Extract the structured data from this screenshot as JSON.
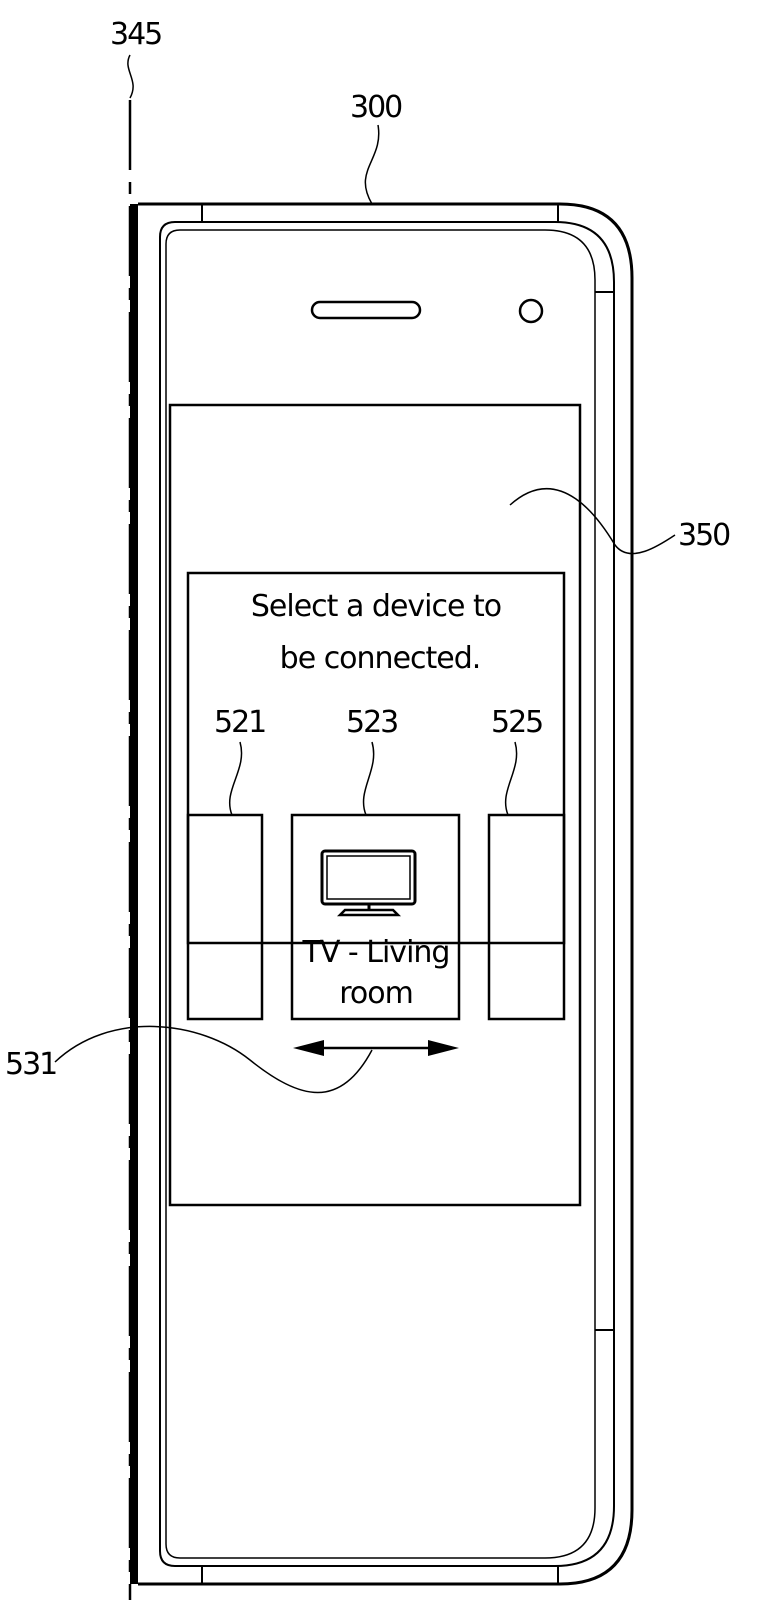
{
  "reference_numerals": {
    "fold_axis": "345",
    "device": "300",
    "display": "350",
    "left_item": "521",
    "center_item": "523",
    "right_item": "525",
    "scroll_arrow": "531"
  },
  "dialog": {
    "title_line1": "Select a device to",
    "title_line2": "be connected.",
    "center_item_line1": "TV - Living",
    "center_item_line2": "room"
  },
  "icons": {
    "center_item_icon": "tv-icon",
    "scroll_indicator": "double-arrow-icon"
  }
}
